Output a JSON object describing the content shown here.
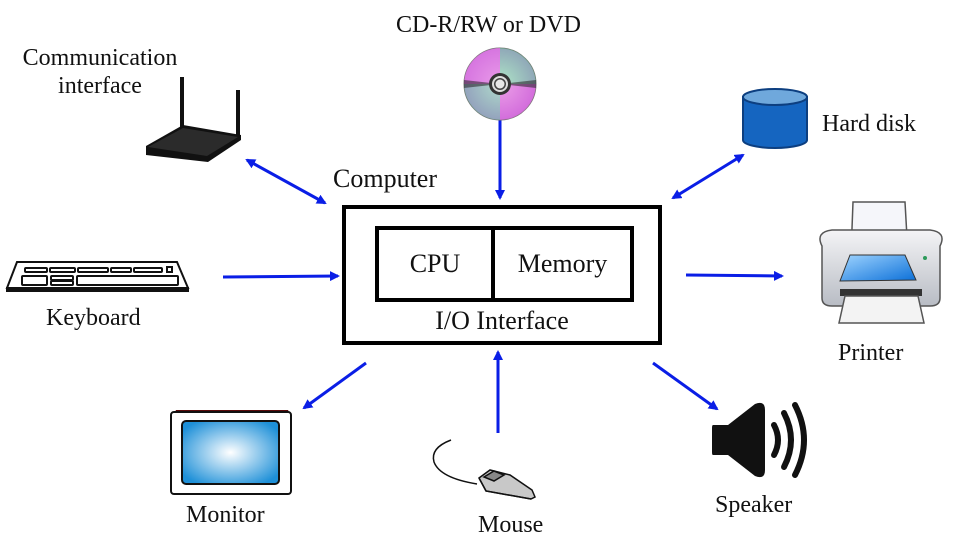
{
  "title": "Computer I/O devices diagram",
  "computer": {
    "label": "Computer",
    "cpu": "CPU",
    "memory": "Memory",
    "io_interface": "I/O Interface"
  },
  "devices": [
    {
      "id": "communication",
      "label_lines": [
        "Communication",
        "interface"
      ],
      "icon": "router-icon",
      "arrow": "bidirectional"
    },
    {
      "id": "cd",
      "label": "CD-R/RW or DVD",
      "icon": "disc-icon",
      "arrow": "to-computer"
    },
    {
      "id": "harddisk",
      "label": "Hard disk",
      "icon": "hard-disk-icon",
      "arrow": "bidirectional"
    },
    {
      "id": "keyboard",
      "label": "Keyboard",
      "icon": "keyboard-icon",
      "arrow": "to-computer"
    },
    {
      "id": "printer",
      "label": "Printer",
      "icon": "printer-icon",
      "arrow": "from-computer"
    },
    {
      "id": "monitor",
      "label": "Monitor",
      "icon": "monitor-icon",
      "arrow": "from-computer"
    },
    {
      "id": "mouse",
      "label": "Mouse",
      "icon": "mouse-icon",
      "arrow": "to-computer"
    },
    {
      "id": "speaker",
      "label": "Speaker",
      "icon": "speaker-icon",
      "arrow": "from-computer"
    }
  ],
  "colors": {
    "arrow": "#0a1ee6",
    "disk_blue": "#1565c0",
    "outline": "#000000"
  }
}
